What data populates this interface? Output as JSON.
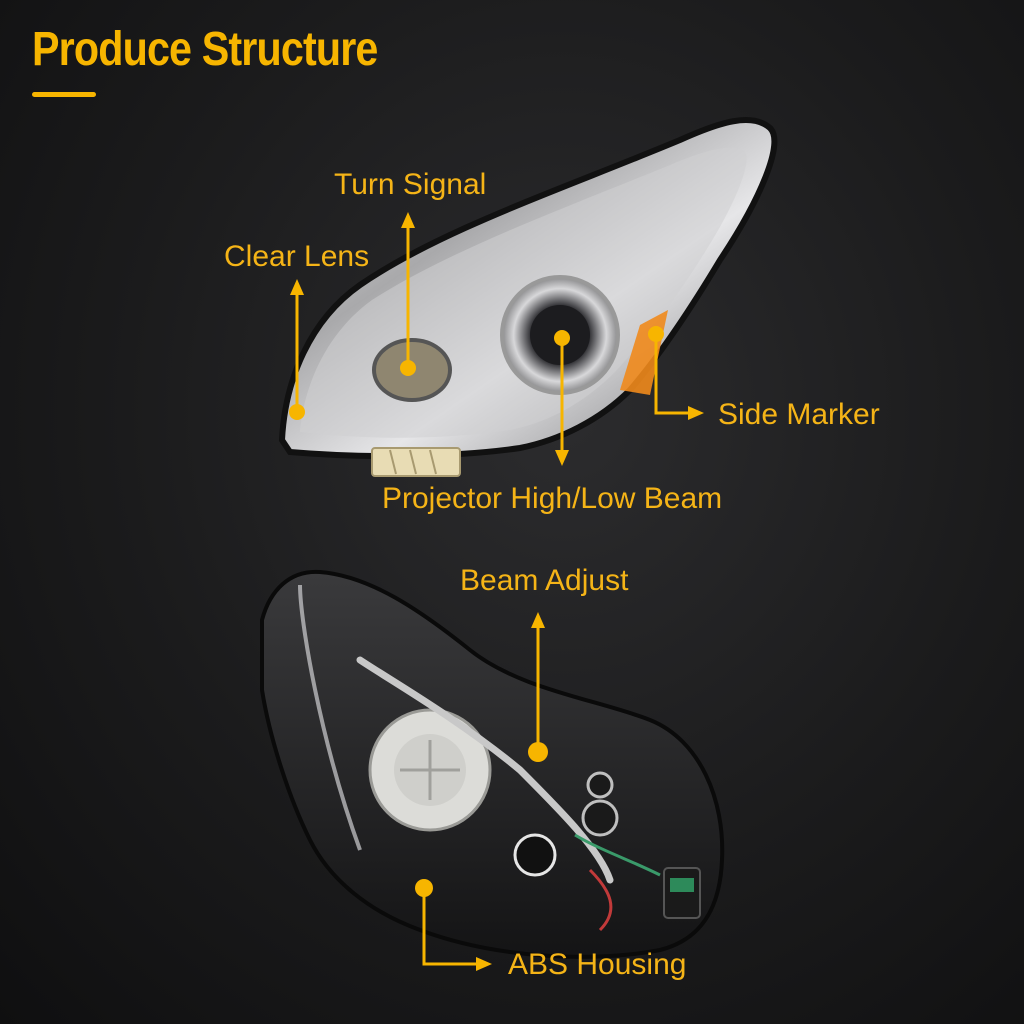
{
  "title": "Produce Structure",
  "colors": {
    "accent": "#f7b500",
    "label": "#f5b417"
  },
  "callouts": {
    "turn_signal": "Turn Signal",
    "clear_lens": "Clear Lens",
    "side_marker": "Side Marker",
    "projector": "Projector High/Low Beam",
    "beam_adjust": "Beam Adjust",
    "abs_housing": "ABS Housing"
  }
}
